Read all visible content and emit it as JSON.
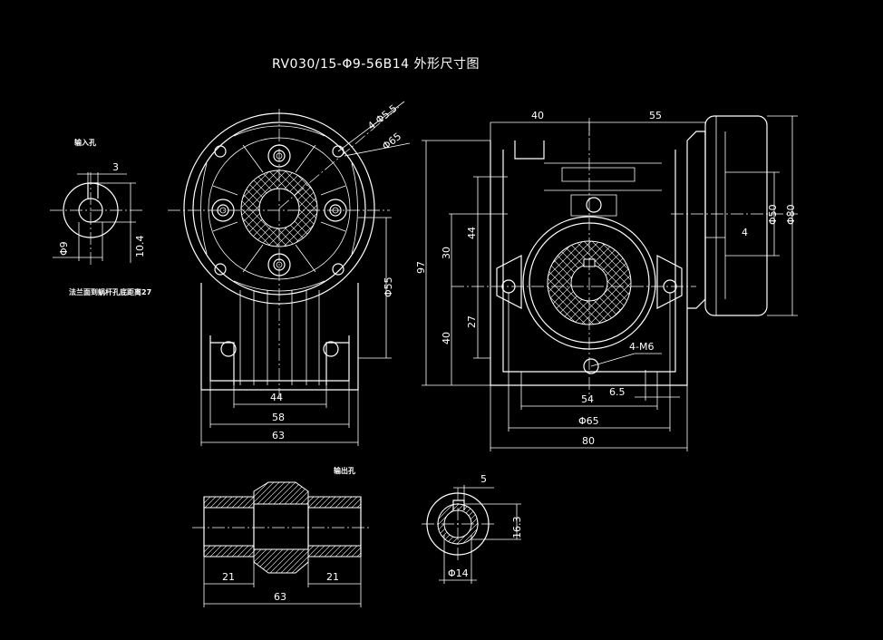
{
  "title": "RV030/15-Φ9-56B14  外形尺寸图",
  "labels": {
    "input_hole": "输入孔",
    "output_hole": "输出孔",
    "flange_note": "法兰面到蜗杆孔底距离27"
  },
  "dims": {
    "input_key": "3",
    "input_dia": "Φ9",
    "input_keyway": "10.4",
    "front_bolts": "4-Φ5.5",
    "front_pcd": "Φ65",
    "front_spigot": "Φ55",
    "front_44": "44",
    "front_58": "58",
    "front_63": "63",
    "side_40": "40",
    "side_55": "55",
    "side_50": "Φ50",
    "side_80d": "Φ80",
    "side_4": "4",
    "side_97": "97",
    "side_44": "44",
    "side_30": "30",
    "side_27": "27",
    "side_40v": "40",
    "side_m6": "4-M6",
    "side_65": "6.5",
    "side_54": "54",
    "side_65d": "Φ65",
    "side_80": "80",
    "out_21a": "21",
    "out_21b": "21",
    "out_63": "63",
    "out_5": "5",
    "out_163": "16.3",
    "out_14": "Φ14"
  }
}
